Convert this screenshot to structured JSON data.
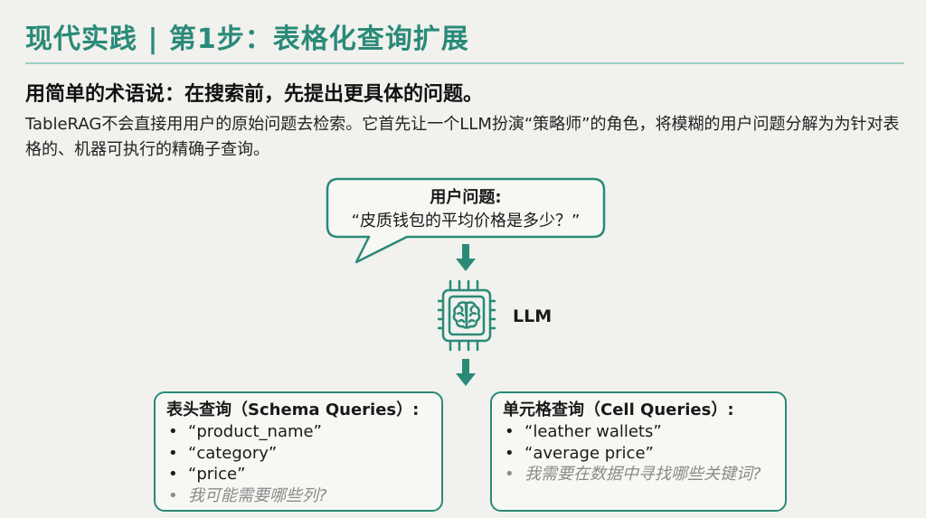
{
  "slide": {
    "title": "现代实践 | 第1步：表格化查询扩展",
    "subtitle": "用简单的术语说：在搜索前，先提出更具体的问题。",
    "description": "TableRAG不会直接用用户的原始问题去检索。它首先让一个LLM扮演“策略师”的角色，将模糊的用户问题分解为为针对表格的、机器可执行的精确子查询。"
  },
  "user_bubble": {
    "label": "用户问题:",
    "question": "“皮质钱包的平均价格是多少？”"
  },
  "llm": {
    "label": "LLM",
    "icon": "brain-chip-icon"
  },
  "schema_box": {
    "title": "表头查询（Schema Queries）:",
    "items": [
      "“product_name”",
      "“category”",
      "“price”"
    ],
    "note": "我可能需要哪些列?"
  },
  "cell_box": {
    "title": "单元格查询（Cell Queries）:",
    "items": [
      "“leather wallets”",
      "“average price”"
    ],
    "note": "我需要在数据中寻找哪些关键词?"
  },
  "colors": {
    "accent": "#2a8a78",
    "rule": "#9ccfc3",
    "background": "#f1f1ee",
    "note": "#8a8a8a"
  }
}
